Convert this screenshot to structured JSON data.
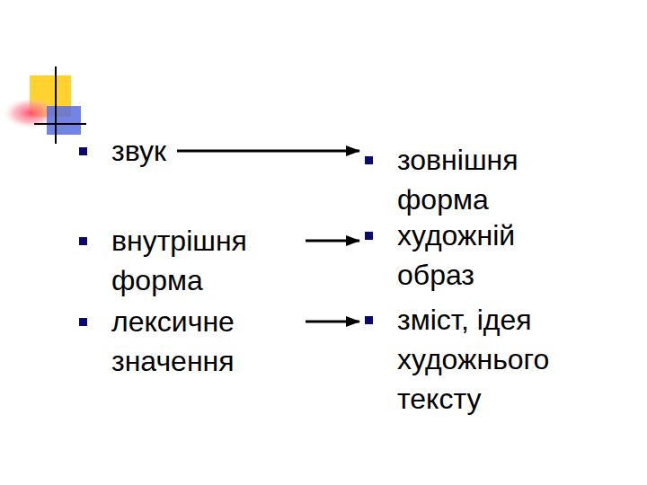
{
  "diagram": {
    "nodes": [
      {
        "text": [
          "звук"
        ]
      },
      {
        "text": [
          "зовнішня форма"
        ]
      },
      {
        "text": [
          "внутрішня форма"
        ]
      },
      {
        "text": [
          "художній образ"
        ]
      },
      {
        "text": [
          "лексичне значення"
        ]
      },
      {
        "text": [
          "зміст, ідея художнього тексту"
        ]
      }
    ],
    "edges": [
      {
        "from": 0,
        "to": 1,
        "arrow": "to"
      },
      {
        "from": 2,
        "to": 3,
        "arrow": "to"
      },
      {
        "from": 4,
        "to": 5,
        "arrow": "to"
      }
    ]
  }
}
